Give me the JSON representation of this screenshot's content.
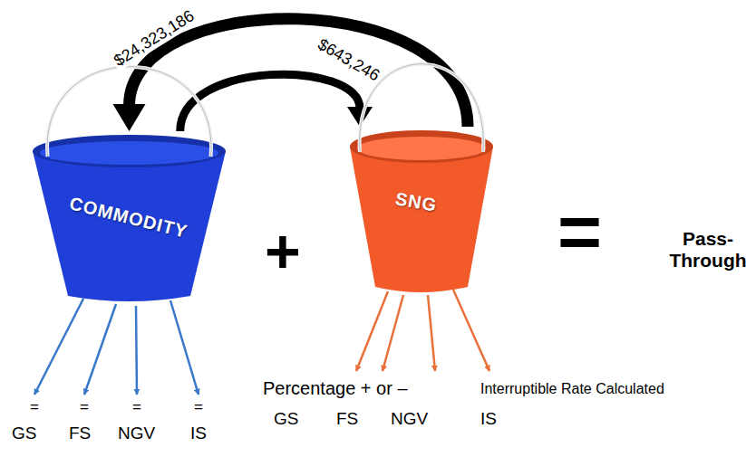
{
  "diagram": {
    "nodes": [
      {
        "text": [
          "COMMODITY"
        ]
      },
      {
        "text": [
          "SNG"
        ]
      }
    ],
    "edges": [
      {
        "from": 1,
        "to": 0,
        "arrow": "to",
        "label": "$24,323,186"
      },
      {
        "from": 0,
        "to": 1,
        "arrow": "to",
        "label": "$643,246"
      }
    ],
    "labels": [
      "+",
      "=",
      "Pass-Through",
      "=",
      "=",
      "=",
      "=",
      "GS",
      "FS",
      "NGV",
      "IS",
      "Percentage + or –",
      "GS",
      "FS",
      "NGV",
      "Interruptible Rate Calculated",
      "IS"
    ]
  }
}
